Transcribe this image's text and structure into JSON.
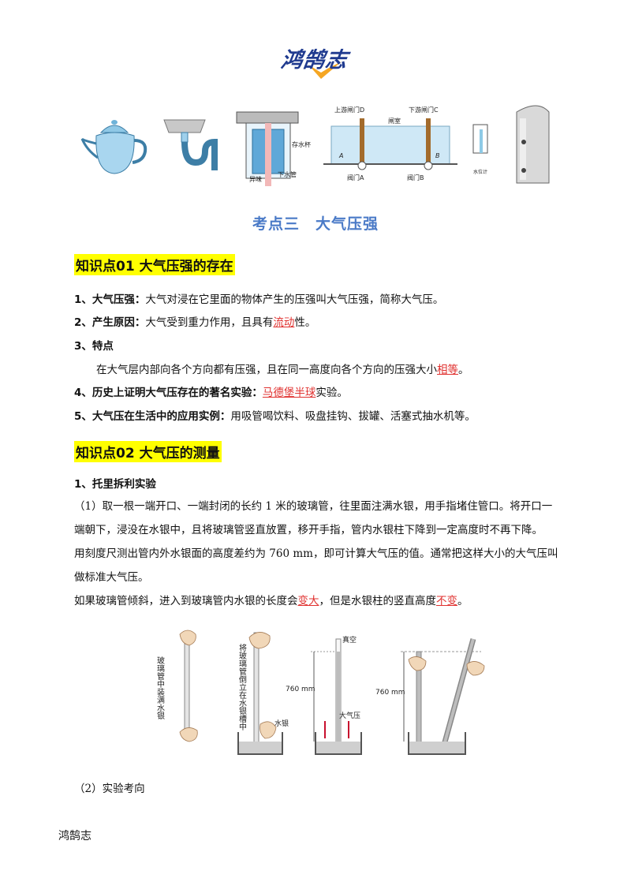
{
  "logo": {
    "text": "鸿鹄志",
    "accent_color": "#f5a623",
    "brand_color": "#1f3a8f"
  },
  "figures_top": {
    "basin_labels": {
      "cup": "存水杯",
      "smell": "异味",
      "pipe": "下水管"
    },
    "lock_labels": {
      "upper_gate": "上游闸门D",
      "lower_gate": "下游闸门C",
      "chamber": "闸室",
      "valve_a": "阀门A",
      "valve_b": "阀门B",
      "a": "A",
      "b": "B"
    },
    "heater_label": "水位计"
  },
  "section_title": "考点三　大气压强",
  "kp1": {
    "heading": "知识点01  大气压强的存在",
    "items": [
      {
        "label": "1、大气压强：",
        "text": "大气对浸在它里面的物体产生的压强叫大气压强，简称大气压。"
      },
      {
        "label": "2、产生原因：",
        "text_pre": "大气受到重力作用，且具有",
        "red": "流动",
        "text_post": "性。"
      },
      {
        "label": "3、特点"
      },
      {
        "text_pre": "在大气层内部向各个方向都有压强，且在同一高度向各个方向的压强大小",
        "red": "相等",
        "text_post": "。"
      },
      {
        "label": "4、历史上证明大气压存在的著名实验：",
        "red": "马德堡半球",
        "text_post": "实验。"
      },
      {
        "label": "5、大气压在生活中的应用实例：",
        "text": "用吸管喝饮料、吸盘挂钩、拔罐、活塞式抽水机等。"
      }
    ]
  },
  "kp2": {
    "heading": "知识点02  大气压的测量",
    "sub1": "1、托里拆利实验",
    "para1_lines": [
      "（1）取一根一端开口、一端封闭的长约 1 米的玻璃管，往里面注满水银，用手指堵住管口。将开口一",
      "端朝下，浸没在水银中，且将玻璃管竖直放置，移开手指，管内水银柱下降到一定高度时不再下降。",
      "用刻度尺测出管内外水银面的高度差约为 760  mm，即可计算大气压的值。通常把这样大小的大气压叫",
      "做标准大气压。"
    ],
    "tilt_pre": "如果玻璃管倾斜，进入到玻璃管内水银的长度会",
    "tilt_red1": "变大",
    "tilt_mid": "，但是水银柱的竖直高度",
    "tilt_red2": "不变",
    "tilt_post": "。",
    "figure": {
      "label1": "玻璃管中装满水银",
      "label2": "将玻璃管倒立在水银槽中",
      "mercury": "水银",
      "vacuum": "真空",
      "height1": "760 mm",
      "atm": "大气压",
      "height2": "760 mm"
    },
    "sub2": "（2）实验考向"
  },
  "footer": "鸿鹄志"
}
